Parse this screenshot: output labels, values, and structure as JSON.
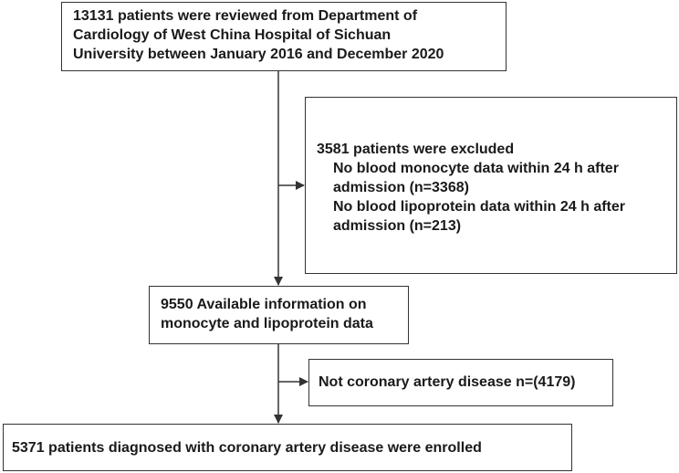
{
  "boxes": {
    "reviewed": {
      "lines": [
        "13131 patients were reviewed from Department of",
        "Cardiology of West China Hospital of Sichuan",
        "University between January 2016 and  December 2020"
      ]
    },
    "excluded": {
      "heading": "3581 patients were excluded",
      "items": [
        "No blood monocyte data within 24 h after",
        "admission (n=3368)",
        "No blood lipoprotein data within 24 h after",
        "admission (n=213)"
      ]
    },
    "available": {
      "lines": [
        "9550 Available information on",
        "monocyte and lipoprotein data"
      ]
    },
    "not_cad": {
      "text": "Not coronary artery disease n=(4179)"
    },
    "enrolled": {
      "text": "5371 patients diagnosed with coronary artery disease were enrolled"
    }
  }
}
